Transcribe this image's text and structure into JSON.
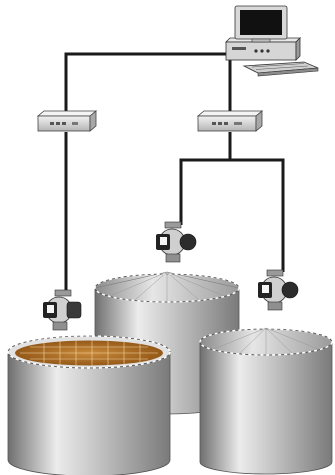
{
  "diagram": {
    "kind": "tank-gauging-network",
    "nodes": [
      {
        "id": "workstation",
        "icon": "computer-workstation-icon"
      },
      {
        "id": "hub-left",
        "icon": "network-hub-icon"
      },
      {
        "id": "hub-right",
        "icon": "network-hub-icon"
      },
      {
        "id": "gauge-open-tank",
        "icon": "radar-level-gauge-icon"
      },
      {
        "id": "gauge-middle-tank",
        "icon": "radar-level-gauge-icon"
      },
      {
        "id": "gauge-right-tank",
        "icon": "radar-level-gauge-icon"
      },
      {
        "id": "open-tank",
        "icon": "open-top-storage-tank-icon"
      },
      {
        "id": "middle-tank",
        "icon": "cone-roof-storage-tank-icon"
      },
      {
        "id": "right-tank",
        "icon": "cone-roof-storage-tank-icon"
      }
    ],
    "links": [
      [
        "workstation",
        "hub-left"
      ],
      [
        "workstation",
        "hub-right"
      ],
      [
        "hub-left",
        "gauge-open-tank"
      ],
      [
        "hub-right",
        "gauge-middle-tank"
      ],
      [
        "hub-right",
        "gauge-right-tank"
      ]
    ],
    "colors": {
      "cable": "#1a1a1a",
      "tank_body": "#b9b9b9",
      "tank_highlight": "#ececec",
      "tank_shadow": "#6f6f6f",
      "tank_contents": "#b06a1c",
      "device_grey": "#c8c8c8"
    }
  }
}
